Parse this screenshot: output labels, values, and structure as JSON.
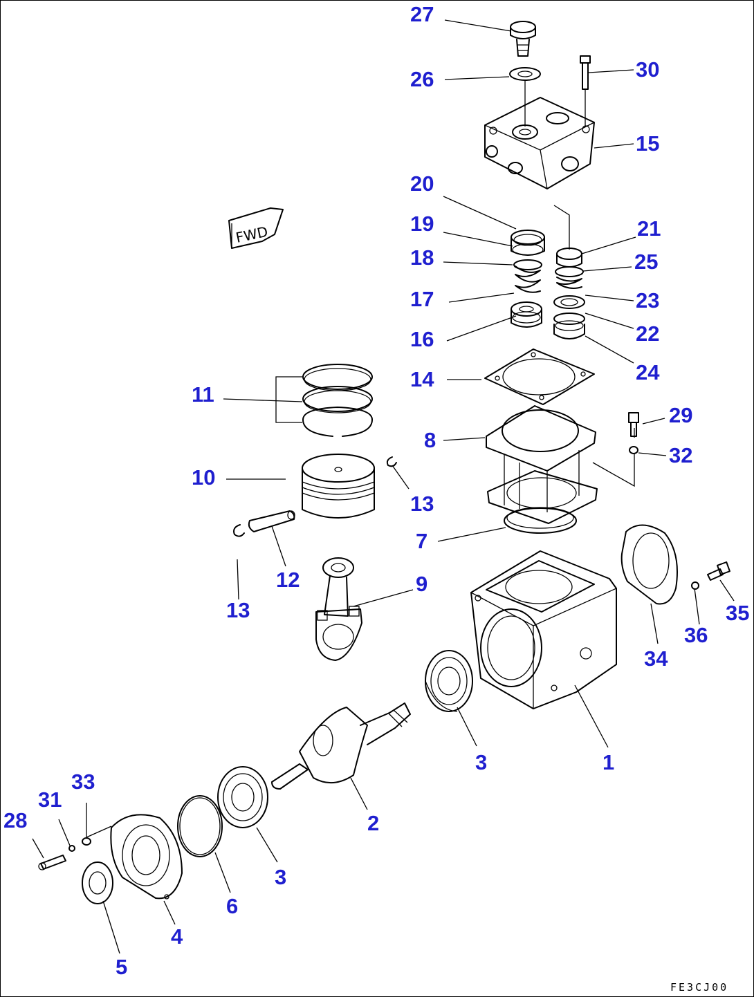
{
  "colors": {
    "callout": "#1f1fcf",
    "line": "#000000"
  },
  "fwd_arrow": "FWD",
  "drawing_code": "FE3CJ00",
  "callouts": [
    {
      "id": "c27",
      "text": "27"
    },
    {
      "id": "c26",
      "text": "26"
    },
    {
      "id": "c30",
      "text": "30"
    },
    {
      "id": "c15",
      "text": "15"
    },
    {
      "id": "c20",
      "text": "20"
    },
    {
      "id": "c19",
      "text": "19"
    },
    {
      "id": "c18",
      "text": "18"
    },
    {
      "id": "c17",
      "text": "17"
    },
    {
      "id": "c16",
      "text": "16"
    },
    {
      "id": "c21",
      "text": "21"
    },
    {
      "id": "c25",
      "text": "25"
    },
    {
      "id": "c23",
      "text": "23"
    },
    {
      "id": "c22",
      "text": "22"
    },
    {
      "id": "c24",
      "text": "24"
    },
    {
      "id": "c14",
      "text": "14"
    },
    {
      "id": "c11",
      "text": "11"
    },
    {
      "id": "c29",
      "text": "29"
    },
    {
      "id": "c8",
      "text": "8"
    },
    {
      "id": "c32",
      "text": "32"
    },
    {
      "id": "c10",
      "text": "10"
    },
    {
      "id": "c13a",
      "text": "13"
    },
    {
      "id": "c7",
      "text": "7"
    },
    {
      "id": "c12",
      "text": "12"
    },
    {
      "id": "c9",
      "text": "9"
    },
    {
      "id": "c13b",
      "text": "13"
    },
    {
      "id": "c35",
      "text": "35"
    },
    {
      "id": "c36",
      "text": "36"
    },
    {
      "id": "c34",
      "text": "34"
    },
    {
      "id": "c3a",
      "text": "3"
    },
    {
      "id": "c1",
      "text": "1"
    },
    {
      "id": "c2",
      "text": "2"
    },
    {
      "id": "c33",
      "text": "33"
    },
    {
      "id": "c31",
      "text": "31"
    },
    {
      "id": "c28",
      "text": "28"
    },
    {
      "id": "c3b",
      "text": "3"
    },
    {
      "id": "c6",
      "text": "6"
    },
    {
      "id": "c4",
      "text": "4"
    },
    {
      "id": "c5",
      "text": "5"
    }
  ]
}
